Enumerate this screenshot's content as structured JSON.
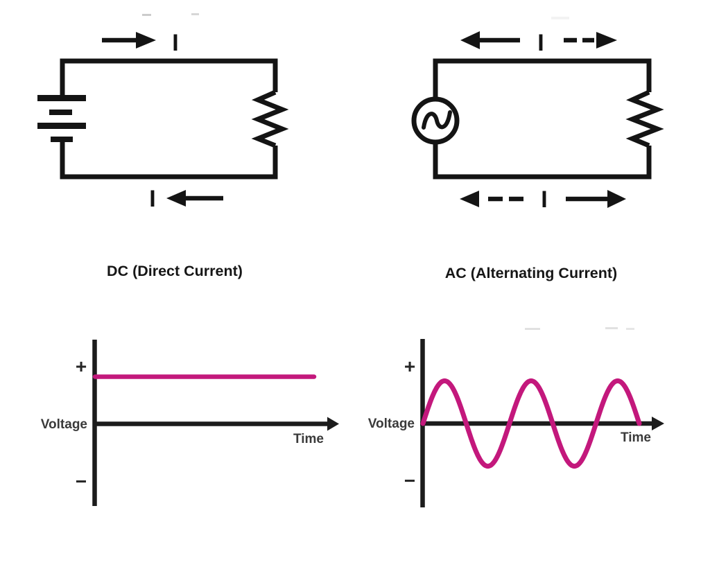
{
  "figure": {
    "background": "#ffffff",
    "ink_color": "#141414",
    "label_color": "#3a3a3a",
    "waveform_color": "#c3187c"
  },
  "dc_panel": {
    "caption": "DC (Direct Current)",
    "circuit": {
      "source": "battery",
      "load": "resistor",
      "top_current_label": "I",
      "bottom_current_label": "I",
      "top_arrow": {
        "direction": "right",
        "style": "solid"
      },
      "bottom_arrow": {
        "direction": "left",
        "style": "solid"
      }
    },
    "graph": {
      "ylabel": "Voltage",
      "xlabel": "Time",
      "plus_mark": "+",
      "minus_mark": "−"
    }
  },
  "ac_panel": {
    "caption": "AC (Alternating Current)",
    "circuit": {
      "source": "ac-source",
      "load": "resistor",
      "top_current_label": "I",
      "bottom_current_label": "I",
      "top_left_arrow": {
        "direction": "left",
        "style": "solid"
      },
      "top_right_arrow": {
        "direction": "right",
        "style": "dashed"
      },
      "bottom_left_arrow": {
        "direction": "left",
        "style": "dashed"
      },
      "bottom_right_arrow": {
        "direction": "right",
        "style": "solid"
      }
    },
    "graph": {
      "ylabel": "Voltage",
      "xlabel": "Time",
      "plus_mark": "+",
      "minus_mark": "−"
    }
  },
  "chart_data": [
    {
      "id": "dc-graph",
      "type": "line",
      "title": "DC (Direct Current)",
      "xlabel": "Time",
      "ylabel": "Voltage",
      "y_axis_marks": [
        "+",
        "−"
      ],
      "x_ticks": [],
      "y_range": [
        -1,
        1
      ],
      "grid": false,
      "series": [
        {
          "name": "DC voltage",
          "waveform": "constant",
          "level": 0.63,
          "color": "#c3187c",
          "description": "Constant positive voltage; flat horizontal line above the time axis"
        }
      ]
    },
    {
      "id": "ac-graph",
      "type": "line",
      "title": "AC (Alternating Current)",
      "xlabel": "Time",
      "ylabel": "Voltage",
      "y_axis_marks": [
        "+",
        "−"
      ],
      "x_ticks": [],
      "y_range": [
        -1,
        1
      ],
      "grid": false,
      "series": [
        {
          "name": "AC voltage",
          "waveform": "sine",
          "cycles": 2.5,
          "amplitude": 0.57,
          "phase": 0,
          "color": "#c3187c",
          "description": "Sine wave oscillating symmetrically above and below the time axis"
        }
      ]
    }
  ]
}
